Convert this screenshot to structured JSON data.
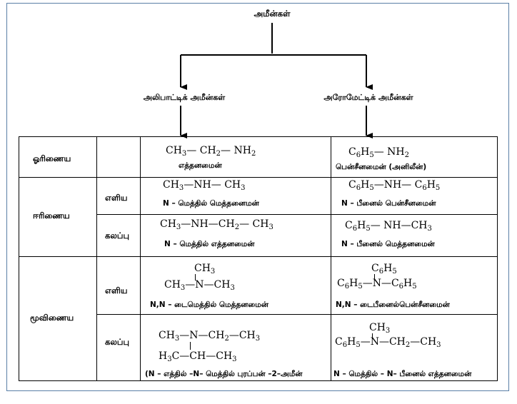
{
  "root": "அமீன்கள்",
  "branches": {
    "aliphatic": "அலிபாட்டிக் அமீன்கள்",
    "aromatic": "அரோமேட்டிக் அமீன்கள்"
  },
  "row_labels": {
    "primary": "ஓரிணைய",
    "secondary": "ஈரிணைய",
    "tertiary": "மூவிணைய"
  },
  "sub_labels": {
    "simple": "எளிய",
    "mixed": "கலப்பு"
  },
  "names": {
    "ethanamine": "எத்தனமைன்",
    "benzenamine": "பென்சீனமைன் (அனிலீன்)",
    "n_methylmethanamine": "N – மெத்தில் மெத்தனைமன்",
    "n_phenylbenzenamine": "N – பீனைல் பென்சீனமைன்",
    "n_methylethanamine": "N – மெத்தில் எத்தனமைன்",
    "n_phenylmethanamine": "N – பீனைல் மெத்தனமைன்",
    "nn_dimethylmethanamine": "N,N – டைமெத்தில் மெத்தனமைன்",
    "nn_diphenylbenzenamine": "N,N – டைபீனைல்பென்சீனமைன்",
    "mixed_tertiary_aliphatic": "(N – எத்தில் –N– மெத்தில் புரப்பன் –2–அமீன்",
    "mixed_tertiary_aromatic": "N – மெத்தில் – N– பீனைல் எத்தனமைன்"
  }
}
